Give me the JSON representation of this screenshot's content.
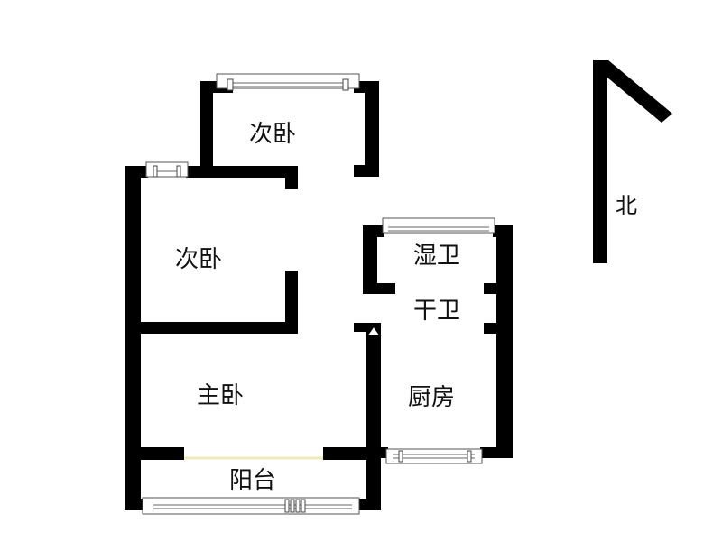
{
  "floorplan": {
    "rooms": [
      {
        "id": "secondary-bedroom-top",
        "label": "次卧"
      },
      {
        "id": "secondary-bedroom-left",
        "label": "次卧"
      },
      {
        "id": "master-bedroom",
        "label": "主卧"
      },
      {
        "id": "balcony",
        "label": "阳台"
      },
      {
        "id": "wet-bathroom",
        "label": "湿卫"
      },
      {
        "id": "dry-bathroom",
        "label": "干卫"
      },
      {
        "id": "kitchen",
        "label": "厨房"
      }
    ],
    "compass": {
      "label": "北"
    }
  },
  "colors": {
    "wall": "#000000",
    "window_frame": "#555555",
    "balcony_edge": "#f0e9b8",
    "background": "#ffffff"
  }
}
